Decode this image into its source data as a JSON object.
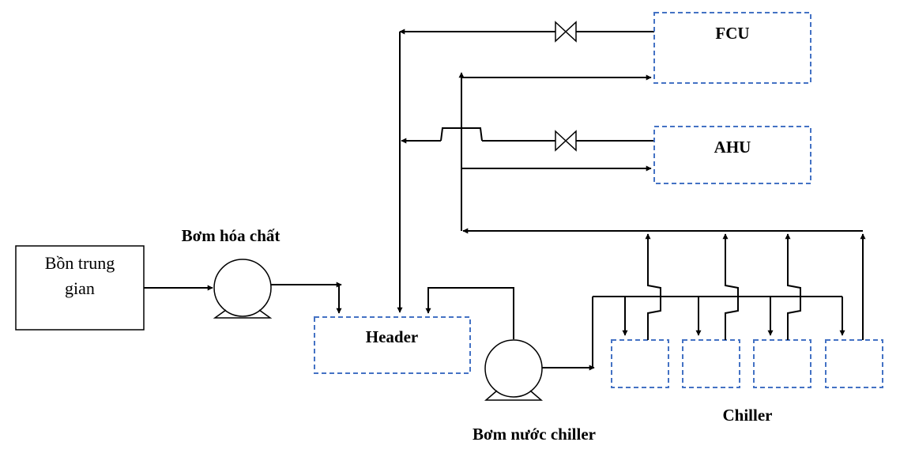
{
  "labels": {
    "tank_line1": "Bồn trung",
    "tank_line2": "gian",
    "chem_pump": "Bơm hóa chất",
    "header": "Header",
    "fcu": "FCU",
    "ahu": "AHU",
    "chiller_pump": "Bơm nước chiller",
    "chiller": "Chiller"
  },
  "colors": {
    "line": "#000000",
    "dashed_box": "#4472c4"
  },
  "icons": {
    "valve": "gate-valve-icon",
    "pump": "pump-icon",
    "arrow": "arrowhead-icon"
  }
}
